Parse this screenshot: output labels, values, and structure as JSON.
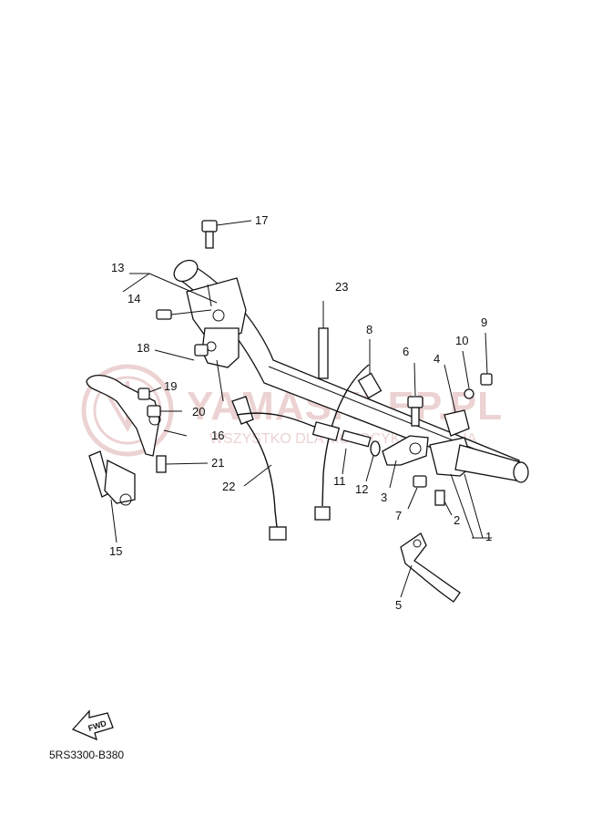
{
  "diagram": {
    "watermark": {
      "brand": "YAMASKLEP.PL",
      "tagline": "WSZYSTKO DLA MOTOCYKLI YAMAHA"
    },
    "fwd_label": "FWD",
    "drawing_code": "5RS3300-B380",
    "callouts": [
      "1",
      "2",
      "3",
      "4",
      "5",
      "6",
      "7",
      "8",
      "9",
      "10",
      "11",
      "12",
      "13",
      "14",
      "15",
      "16",
      "17",
      "18",
      "19",
      "20",
      "21",
      "22",
      "23"
    ],
    "colors": {
      "ink": "#111111",
      "watermark": "#ecd2d2",
      "background": "#ffffff"
    }
  }
}
